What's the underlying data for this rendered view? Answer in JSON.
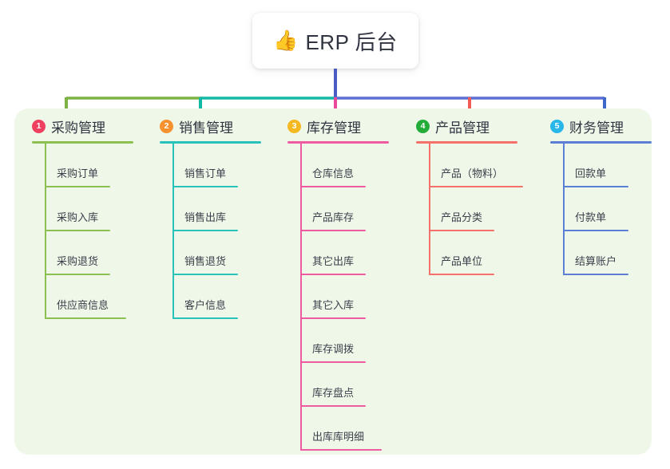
{
  "root": {
    "icon": "thumbs-up-icon",
    "emoji": "👍",
    "title": "ERP 后台"
  },
  "panel": {
    "background_color": "#eff7e9"
  },
  "connector_colors": {
    "stem": "#4a5bc4",
    "bar_left": "#7cb342",
    "bar_mid": "#14b8a6",
    "bar_right": "#5b6fd4",
    "drop_1": "#7cb342",
    "drop_2": "#14b8a6",
    "drop_3": "#ec4899",
    "drop_4": "#f25c54",
    "drop_5": "#3d68c9"
  },
  "columns": [
    {
      "index": "1",
      "badge_color": "#ef4060",
      "accent_color": "#8cc152",
      "title": "采购管理",
      "items": [
        {
          "label": "采购订单"
        },
        {
          "label": "采购入库"
        },
        {
          "label": "采购退货"
        },
        {
          "label": "供应商信息"
        }
      ]
    },
    {
      "index": "2",
      "badge_color": "#f6912e",
      "accent_color": "#27c3bb",
      "title": "销售管理",
      "items": [
        {
          "label": "销售订单"
        },
        {
          "label": "销售出库"
        },
        {
          "label": "销售退货"
        },
        {
          "label": "客户信息"
        }
      ]
    },
    {
      "index": "3",
      "badge_color": "#f5b820",
      "accent_color": "#ef5ba1",
      "title": "库存管理",
      "items": [
        {
          "label": "仓库信息"
        },
        {
          "label": "产品库存"
        },
        {
          "label": "其它出库"
        },
        {
          "label": "其它入库"
        },
        {
          "label": "库存调拨"
        },
        {
          "label": "库存盘点"
        },
        {
          "label": "出库库明细"
        }
      ]
    },
    {
      "index": "4",
      "badge_color": "#23ac38",
      "accent_color": "#f4706a",
      "title": "产品管理",
      "items": [
        {
          "label": "产品（物料）"
        },
        {
          "label": "产品分类"
        },
        {
          "label": "产品单位"
        }
      ]
    },
    {
      "index": "5",
      "badge_color": "#29b6e8",
      "accent_color": "#5a7fd4",
      "title": "财务管理",
      "items": [
        {
          "label": "回款单"
        },
        {
          "label": "付款单"
        },
        {
          "label": "结算账户"
        }
      ]
    }
  ]
}
